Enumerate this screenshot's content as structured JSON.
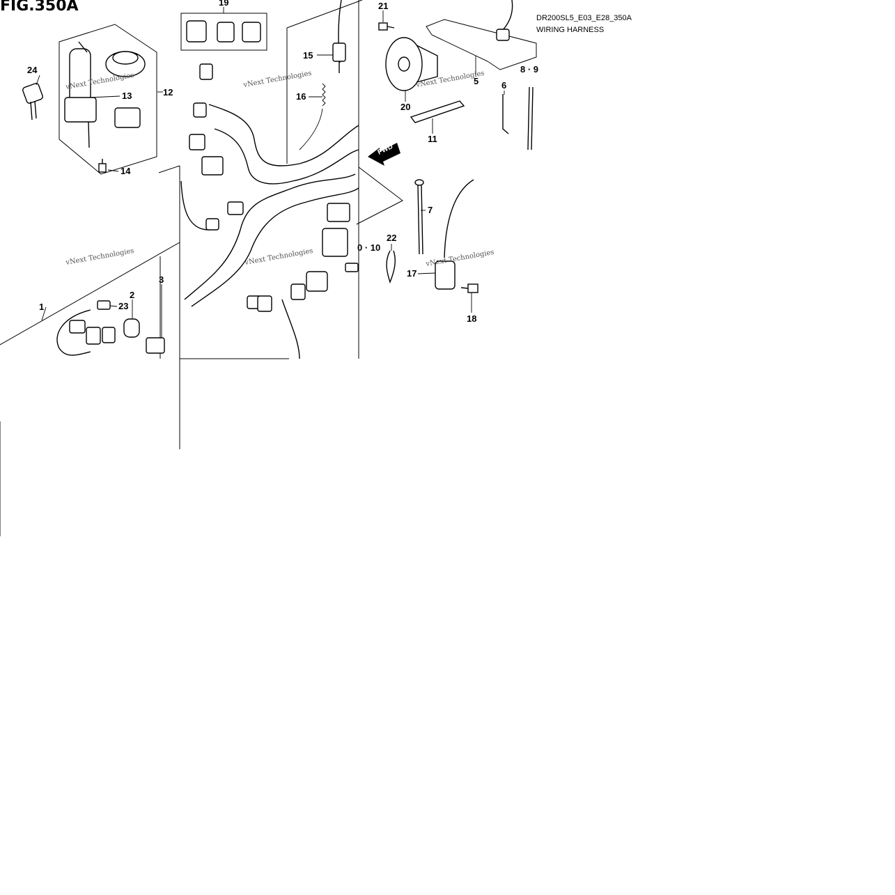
{
  "figure": {
    "title": "FIG.350A",
    "model_code": "DR200SL5_E03_E28_350A",
    "name": "WIRING HARNESS"
  },
  "fwd_arrow": {
    "label": "FWD"
  },
  "watermark": "vNext Technologies",
  "callouts": [
    "1",
    "2",
    "3",
    "5",
    "6",
    "8 · 9",
    "0 · 10",
    "7",
    "11",
    "12",
    "13",
    "14",
    "15",
    "16",
    "17",
    "18",
    "19",
    "20",
    "21",
    "22",
    "23",
    "24"
  ]
}
